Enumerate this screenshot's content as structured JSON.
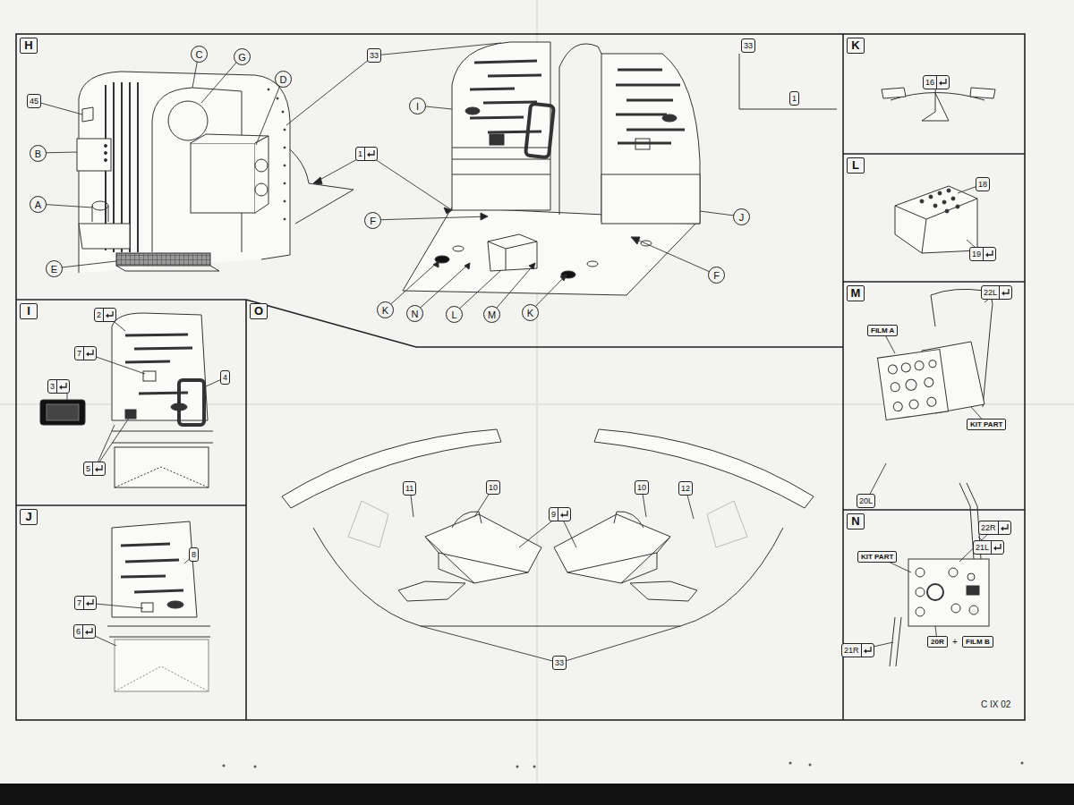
{
  "diagram": {
    "nodes": [
      {
        "text": [
          "H"
        ]
      },
      {
        "text": [
          "45"
        ],
        "in": 0
      },
      {
        "text": [
          "B"
        ],
        "in": 0
      },
      {
        "text": [
          "A"
        ],
        "in": 0
      },
      {
        "text": [
          "E"
        ],
        "in": 0
      },
      {
        "text": [
          "C"
        ],
        "in": 0
      },
      {
        "text": [
          "G"
        ],
        "in": 0
      },
      {
        "text": [
          "D"
        ],
        "in": 0
      },
      {
        "text": [
          "33"
        ],
        "in": 0
      },
      {
        "text": [
          "1"
        ],
        "in": 0
      },
      {
        "text": [
          "I"
        ],
        "in": 0
      },
      {
        "text": [
          "F"
        ],
        "in": 0
      },
      {
        "text": [
          "K"
        ],
        "in": 0
      },
      {
        "text": [
          "N"
        ],
        "in": 0
      },
      {
        "text": [
          "L"
        ],
        "in": 0
      },
      {
        "text": [
          "M"
        ],
        "in": 0
      },
      {
        "text": [
          "K"
        ],
        "in": 0
      },
      {
        "text": [
          "F"
        ],
        "in": 0
      },
      {
        "text": [
          "J"
        ],
        "in": 0
      },
      {
        "text": [
          "33"
        ],
        "in": 0
      },
      {
        "text": [
          "1"
        ],
        "in": 0
      },
      {
        "text": [
          "K"
        ]
      },
      {
        "text": [
          "16"
        ],
        "in": 21
      },
      {
        "text": [
          "L"
        ]
      },
      {
        "text": [
          "18"
        ],
        "in": 23
      },
      {
        "text": [
          "19"
        ],
        "in": 23
      },
      {
        "text": [
          "M"
        ]
      },
      {
        "text": [
          "22L"
        ],
        "in": 26
      },
      {
        "text": [
          "FILM A"
        ],
        "in": 26
      },
      {
        "text": [
          "KIT PART"
        ],
        "in": 26
      },
      {
        "text": [
          "20L"
        ],
        "in": 26
      },
      {
        "text": [
          "21L"
        ],
        "in": 26
      },
      {
        "text": [
          "I"
        ]
      },
      {
        "text": [
          "2"
        ],
        "in": 32
      },
      {
        "text": [
          "7"
        ],
        "in": 32
      },
      {
        "text": [
          "3"
        ],
        "in": 32
      },
      {
        "text": [
          "4"
        ],
        "in": 32
      },
      {
        "text": [
          "5"
        ],
        "in": 32
      },
      {
        "text": [
          "O"
        ]
      },
      {
        "text": [
          "11"
        ],
        "in": 38
      },
      {
        "text": [
          "10"
        ],
        "in": 38
      },
      {
        "text": [
          "9"
        ],
        "in": 38
      },
      {
        "text": [
          "10"
        ],
        "in": 38
      },
      {
        "text": [
          "12"
        ],
        "in": 38
      },
      {
        "text": [
          "33"
        ],
        "in": 38
      },
      {
        "text": [
          "N"
        ]
      },
      {
        "text": [
          "22R"
        ],
        "in": 45
      },
      {
        "text": [
          "KIT PART"
        ],
        "in": 45
      },
      {
        "text": [
          "20R"
        ],
        "in": 45
      },
      {
        "text": [
          "FILM B"
        ],
        "in": 45
      },
      {
        "text": [
          "21R"
        ],
        "in": 45
      },
      {
        "text": [
          "J"
        ]
      },
      {
        "text": [
          "7"
        ],
        "in": 51
      },
      {
        "text": [
          "8"
        ],
        "in": 51
      },
      {
        "text": [
          "6"
        ],
        "in": 51
      }
    ],
    "labels": [
      "+",
      "C IX 02"
    ]
  }
}
